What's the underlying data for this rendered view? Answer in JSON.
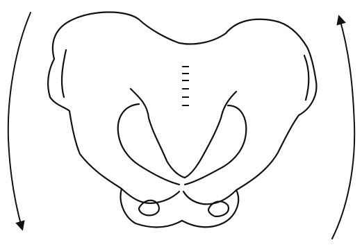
{
  "figure": {
    "subject": "pelvis",
    "stroke_color": "#111111",
    "background_color": "#ffffff",
    "rotation_arrows": [
      "left-arrow-downward",
      "right-arrow-upward"
    ]
  }
}
